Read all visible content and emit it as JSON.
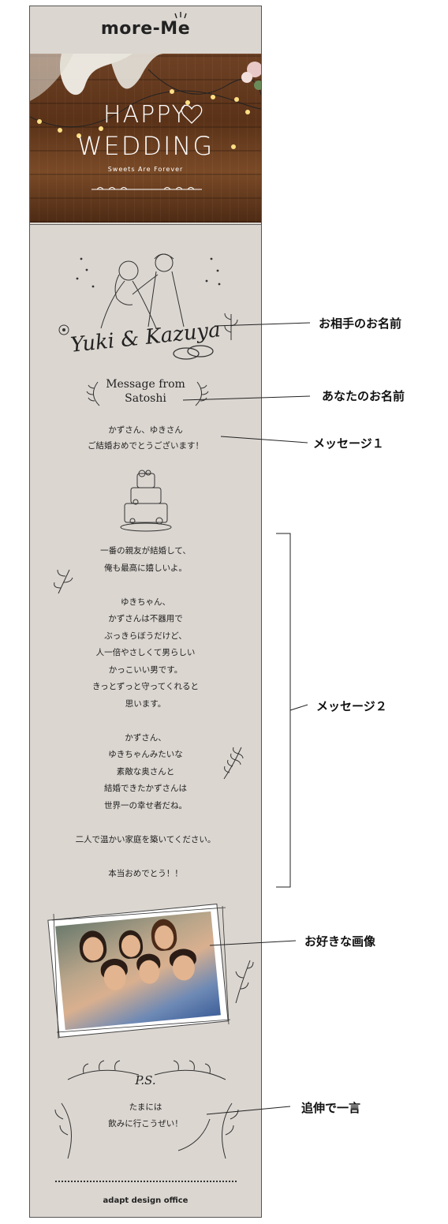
{
  "app": {
    "logo": "more-Me"
  },
  "hero": {
    "line1": "HAPPY",
    "line2": "WEDDING",
    "subtitle": "Sweets Are Forever"
  },
  "couple": {
    "names": "Yuki & Kazuya"
  },
  "sender": {
    "line1": "Message from",
    "name": "Satoshi"
  },
  "message1": [
    "かずさん、ゆきさん",
    "ご結婚おめでとうございます！"
  ],
  "message2": [
    "一番の親友が結婚して、",
    "俺も最高に嬉しいよ。",
    "",
    "ゆきちゃん、",
    "かずさんは不器用で",
    "ぶっきらぼうだけど、",
    "人一倍やさしくて男らしい",
    "かっこいい男です。",
    "きっとずっと守ってくれると",
    "思います。",
    "",
    "かずさん、",
    "ゆきちゃんみたいな",
    "素敵な奥さんと",
    "結婚できたかずさんは",
    "世界一の幸せ者だね。",
    "",
    "二人で温かい家庭を築いてください。",
    "",
    "本当おめでとう！！"
  ],
  "ps": {
    "label": "P.S.",
    "lines": [
      "たまには",
      "飲みに行こうぜい！"
    ]
  },
  "footer": {
    "text": "adapt design office"
  },
  "annotations": {
    "partner_name": "お相手のお名前",
    "your_name": "あなたのお名前",
    "message1": "メッセージ１",
    "message2": "メッセージ２",
    "image": "お好きな画像",
    "ps": "追伸で一言"
  },
  "colors": {
    "card_bg": "#dbd6d0",
    "wood": "#5a3218",
    "text": "#222222"
  }
}
